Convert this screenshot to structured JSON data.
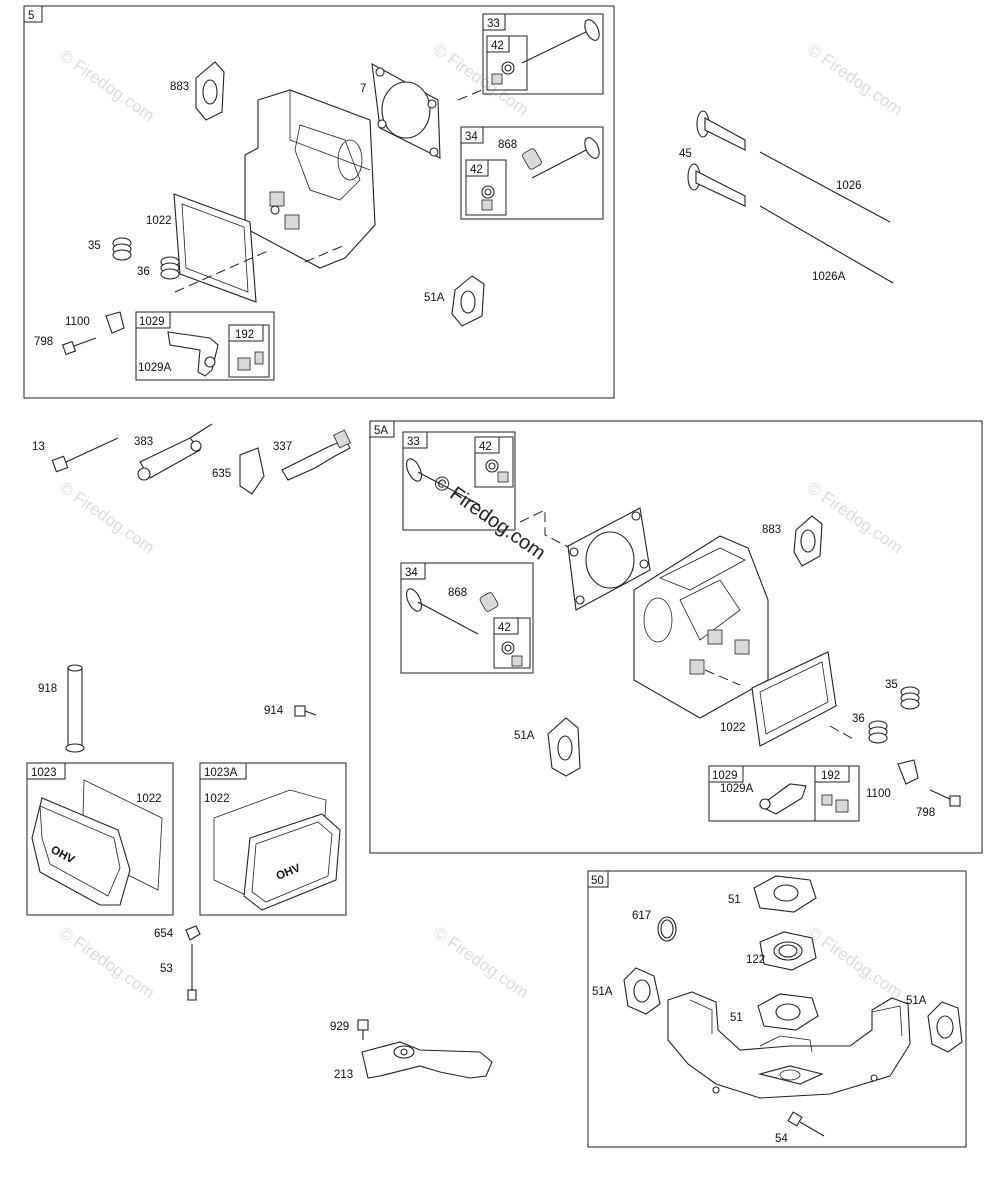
{
  "watermark": "© Firedog.com",
  "section_5": {
    "id": "5",
    "labels": {
      "gasket_883": "883",
      "gasket_7": "7",
      "cover_gasket": "1022",
      "spring_35": "35",
      "spring_36": "36",
      "bolt_798": "798",
      "clip_1100": "1100",
      "gasket_51a": "51A"
    },
    "sub_33": {
      "id": "33",
      "inner": "42"
    },
    "sub_34": {
      "id": "34",
      "part": "868",
      "inner": "42"
    },
    "sub_1029": {
      "id": "1029",
      "part": "1029A",
      "inner": "192"
    }
  },
  "pushrods": {
    "tappet": "45",
    "rod_a": "1026",
    "rod_b": "1026A"
  },
  "loose_parts": {
    "bolt_13": "13",
    "ignition_383": "383",
    "boot_635": "635",
    "plug_337": "337",
    "tube_918": "918",
    "screw_914": "914",
    "nut_654": "654",
    "stud_53": "53",
    "screw_929": "929",
    "bracket_213": "213"
  },
  "section_1023": {
    "id": "1023",
    "gasket": "1022"
  },
  "section_1023a": {
    "id": "1023A",
    "gasket": "1022"
  },
  "section_5a": {
    "id": "5A",
    "labels": {
      "gasket_883": "883",
      "gasket_51a": "51A",
      "cover_gasket": "1022",
      "spring_35": "35",
      "spring_36": "36",
      "clip_1100": "1100",
      "bolt_798": "798"
    },
    "sub_33": {
      "id": "33",
      "inner": "42"
    },
    "sub_34": {
      "id": "34",
      "part": "868",
      "inner": "42"
    },
    "sub_1029": {
      "id": "1029",
      "part": "1029A",
      "inner": "192"
    }
  },
  "section_50": {
    "id": "50",
    "labels": {
      "gasket_51_top": "51",
      "ring_617": "617",
      "gasket_122": "122",
      "gasket_51a_left": "51A",
      "gasket_51_mid": "51",
      "gasket_51a_right": "51A",
      "bolt_54": "54"
    }
  }
}
